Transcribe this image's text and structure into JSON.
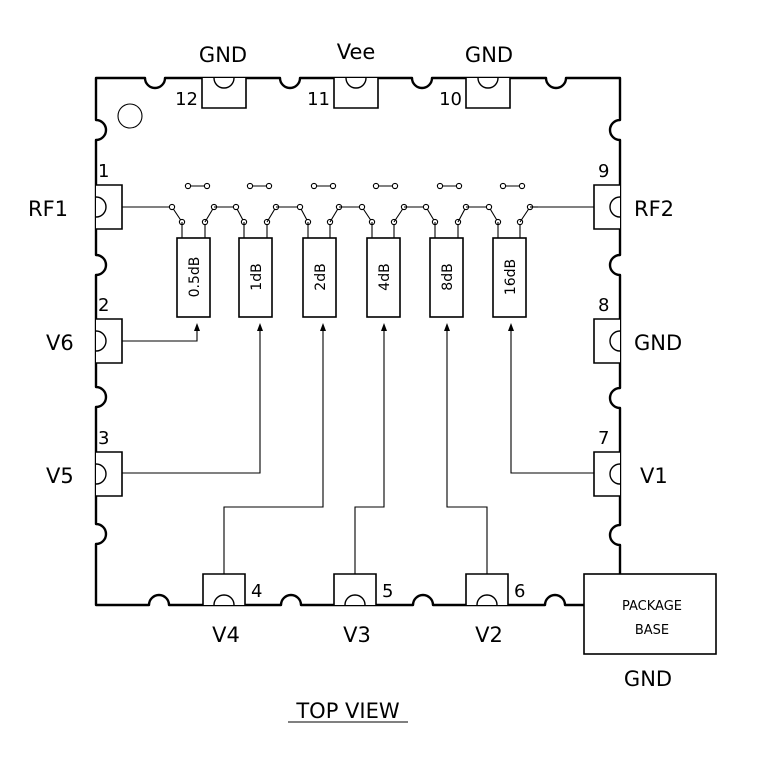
{
  "pins": [
    {
      "number": "1",
      "name": "RF1"
    },
    {
      "number": "2",
      "name": "V6"
    },
    {
      "number": "3",
      "name": "V5"
    },
    {
      "number": "4",
      "name": "V4"
    },
    {
      "number": "5",
      "name": "V3"
    },
    {
      "number": "6",
      "name": "V2"
    },
    {
      "number": "7",
      "name": "V1"
    },
    {
      "number": "8",
      "name": "GND"
    },
    {
      "number": "9",
      "name": "RF2"
    },
    {
      "number": "10",
      "name": "GND"
    },
    {
      "number": "11",
      "name": "Vee"
    },
    {
      "number": "12",
      "name": "GND"
    }
  ],
  "attenuators": [
    "0.5dB",
    "1dB",
    "2dB",
    "4dB",
    "8dB",
    "16dB"
  ],
  "package_base": {
    "line1": "PACKAGE",
    "line2": "BASE",
    "label": "GND"
  },
  "caption": "TOP VIEW"
}
